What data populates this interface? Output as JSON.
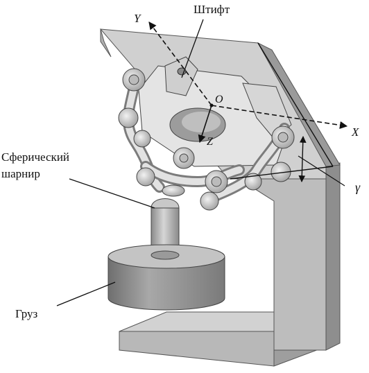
{
  "labels": {
    "pin": "Штифт",
    "spherical_joint_line1": "Сферический",
    "spherical_joint_line2": "шарнир",
    "load": "Груз"
  },
  "axes": {
    "x": "X",
    "y": "Y",
    "z": "Z",
    "origin": "O",
    "angle": "γ"
  },
  "colors": {
    "plate": "#c9c9c9",
    "plate_edge": "#8e8e8e",
    "platform": "#e3e3e3",
    "load": "#8f8f8f",
    "ink": "#111111"
  }
}
